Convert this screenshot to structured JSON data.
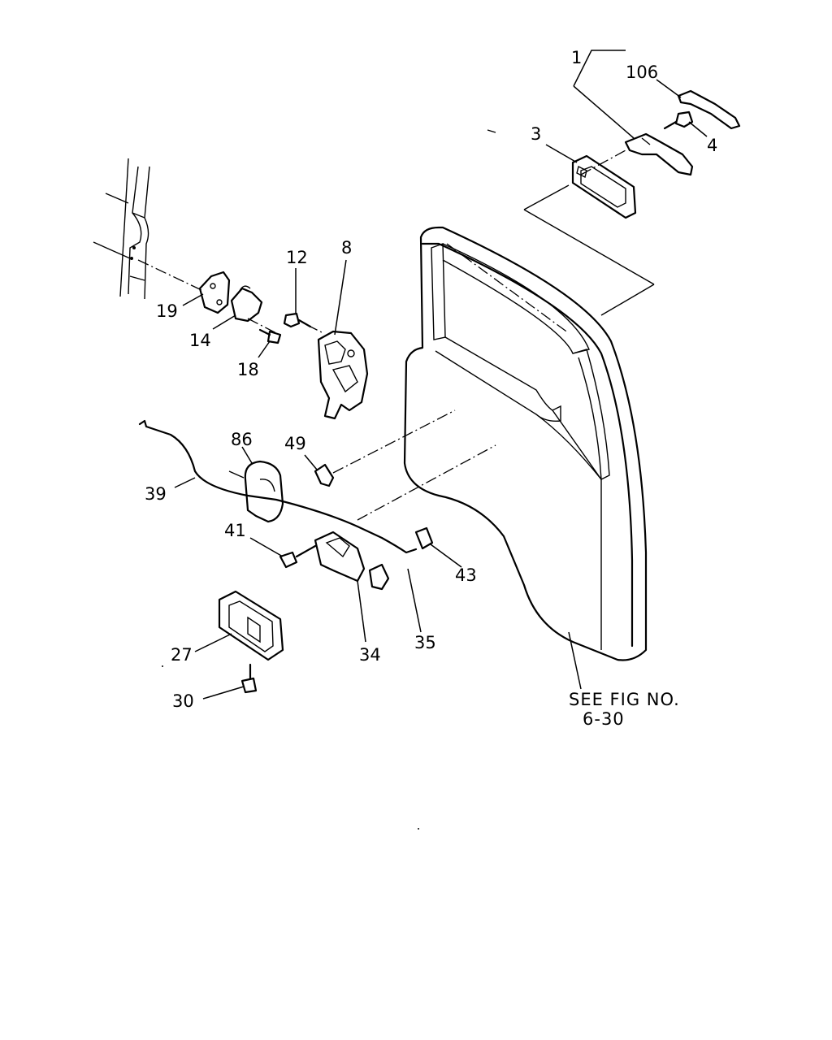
{
  "diagram": {
    "labels": {
      "l1": "1",
      "l106": "106",
      "l3": "3",
      "l4": "4",
      "l12": "12",
      "l8": "8",
      "l19": "19",
      "l14": "14",
      "l18": "18",
      "l86": "86",
      "l49": "49",
      "l39": "39",
      "l41": "41",
      "l43": "43",
      "l35": "35",
      "l34": "34",
      "l27": "27",
      "l30": "30"
    },
    "reference_note": {
      "line1": "SEE FIG NO.",
      "line2": "6-30"
    }
  }
}
